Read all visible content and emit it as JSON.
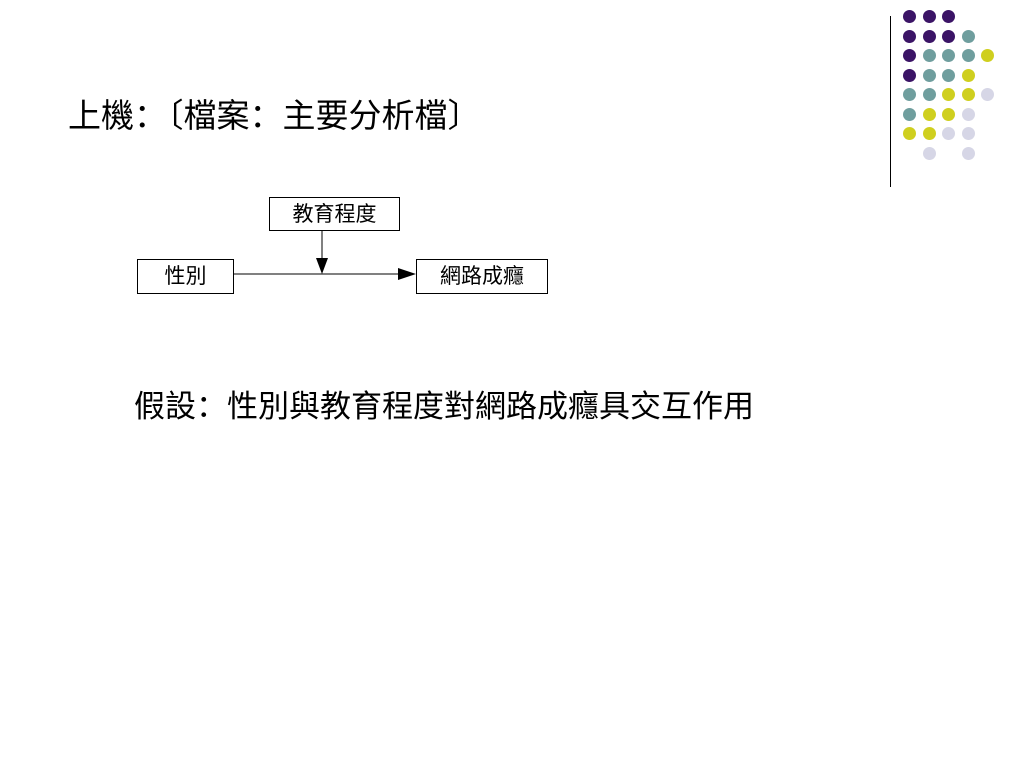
{
  "slide": {
    "title": "上機：〔檔案：主要分析檔〕",
    "hypothesis": "假設：性別與教育程度對網路成癮具交互作用"
  },
  "diagram": {
    "moderator": "教育程度",
    "independent": "性別",
    "dependent": "網路成癮"
  },
  "decoration": {
    "colors": {
      "purple": "#3b1466",
      "teal": "#6f9e9e",
      "yellow": "#cfcf1f",
      "lavender": "#d6d6e6"
    },
    "dot_rows": [
      [
        "purple",
        "purple",
        "purple",
        null,
        null
      ],
      [
        "purple",
        "purple",
        "purple",
        "teal",
        null
      ],
      [
        "purple",
        "teal",
        "teal",
        "teal",
        "yellow"
      ],
      [
        "purple",
        "teal",
        "teal",
        "yellow",
        null
      ],
      [
        "teal",
        "teal",
        "yellow",
        "yellow",
        "lavender"
      ],
      [
        "teal",
        "yellow",
        "yellow",
        "lavender",
        null
      ],
      [
        "yellow",
        "yellow",
        "lavender",
        "lavender",
        null
      ],
      [
        null,
        "lavender",
        null,
        "lavender",
        null
      ]
    ]
  }
}
